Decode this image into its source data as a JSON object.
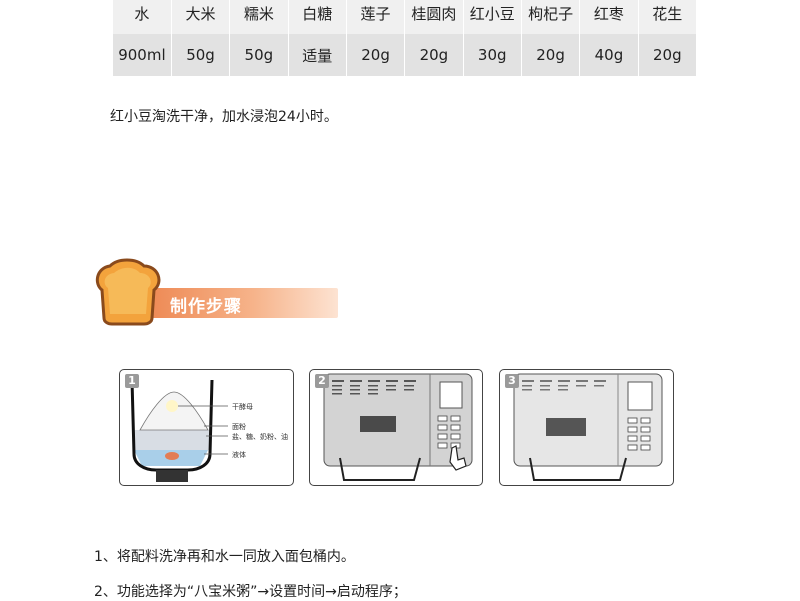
{
  "ingredients": {
    "names": [
      "水",
      "大米",
      "糯米",
      "白糖",
      "莲子",
      "桂圆肉",
      "红小豆",
      "枸杞子",
      "红枣",
      "花生"
    ],
    "amounts": [
      "900ml",
      "50g",
      "50g",
      "适量",
      "20g",
      "20g",
      "30g",
      "20g",
      "40g",
      "20g"
    ]
  },
  "note": "红小豆淘洗干净，加水浸泡24小时。",
  "section": {
    "title": "制作步骤",
    "icon": "bread-icon"
  },
  "panels": [
    {
      "number": "1",
      "labels": [
        "干酵母",
        "面粉",
        "盐、糖、奶粉、油",
        "液体"
      ]
    },
    {
      "number": "2"
    },
    {
      "number": "3"
    }
  ],
  "steps": [
    "1、将配料洗净再和水一同放入面包桶内。",
    "2、功能选择为“八宝米粥”→设置时间→启动程序；"
  ],
  "colors": {
    "accent": "#ee8a55",
    "table_header": "#f0f0f0",
    "table_row": "#e2e2e2"
  }
}
